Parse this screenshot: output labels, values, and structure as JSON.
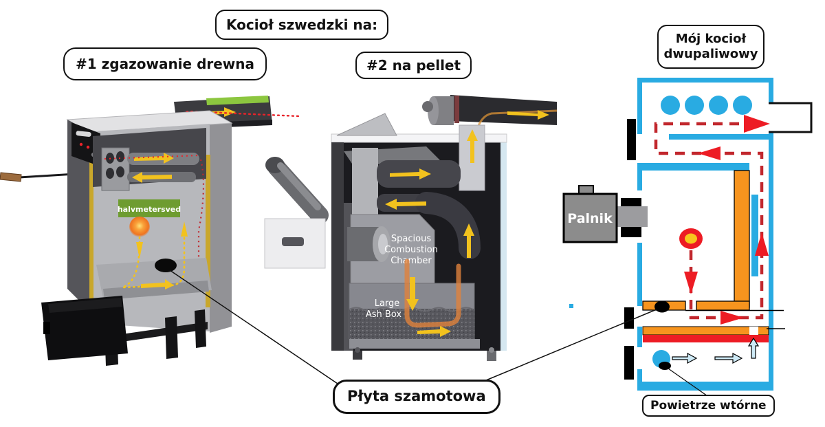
{
  "title": "Kocioł szwedzki na:",
  "panels": {
    "left": {
      "label": "#1 zgazowanie drewna",
      "inner_label": "halvmetersved"
    },
    "middle": {
      "label": "#2 na pellet",
      "chamber_line1": "Spacious",
      "chamber_line2": "Combustion",
      "chamber_line3": "Chamber",
      "ashbox_line1": "Large",
      "ashbox_line2": "Ash Box"
    },
    "right": {
      "label_line1": "Mój kocioł",
      "label_line2": "dwupaliwowy",
      "burner_label": "Palnik"
    }
  },
  "callouts": {
    "chamotte_plate": "Płyta szamotowa",
    "secondary_air": "Powietrze wtórne"
  },
  "colors": {
    "boiler_blue": "#29ABE2",
    "orange": "#F7941E",
    "red": "#ED1C24",
    "dash_red": "#C1272D",
    "flame_yellow": "#F7C51E",
    "arrow_yellow": "#F2C21E",
    "light_blue_arrow": "#CDE9F5",
    "burner_gray": "#8C8C8C",
    "green_label": "#6E9C30",
    "insulation_yellow": "#C9A72B"
  }
}
